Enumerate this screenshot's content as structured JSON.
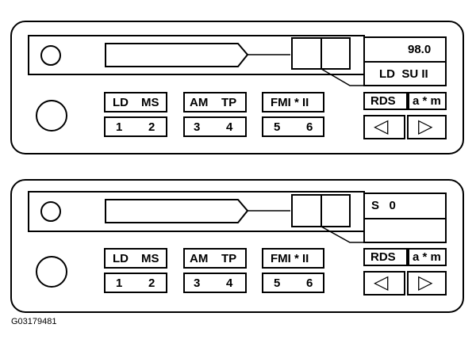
{
  "figure_id": "G03179481",
  "panels": [
    {
      "display_top": "98.0",
      "display_bottom": "LD  SU II",
      "rds": "RDS",
      "am_pm": "a * m",
      "button_groups": [
        {
          "top": [
            "LD",
            "MS"
          ],
          "bottom": [
            "1",
            "2"
          ]
        },
        {
          "top": [
            "AM",
            "TP"
          ],
          "bottom": [
            "3",
            "4"
          ]
        },
        {
          "top": [
            "FMI * II"
          ],
          "bottom": [
            "5",
            "6"
          ]
        }
      ],
      "nav": [
        "◁",
        "▷"
      ]
    },
    {
      "display_top": "S   0",
      "display_bottom": "",
      "rds": "RDS",
      "am_pm": "a * m",
      "button_groups": [
        {
          "top": [
            "LD",
            "MS"
          ],
          "bottom": [
            "1",
            "2"
          ]
        },
        {
          "top": [
            "AM",
            "TP"
          ],
          "bottom": [
            "3",
            "4"
          ]
        },
        {
          "top": [
            "FMI * II"
          ],
          "bottom": [
            "5",
            "6"
          ]
        }
      ],
      "nav": [
        "◁",
        "▷"
      ]
    }
  ]
}
